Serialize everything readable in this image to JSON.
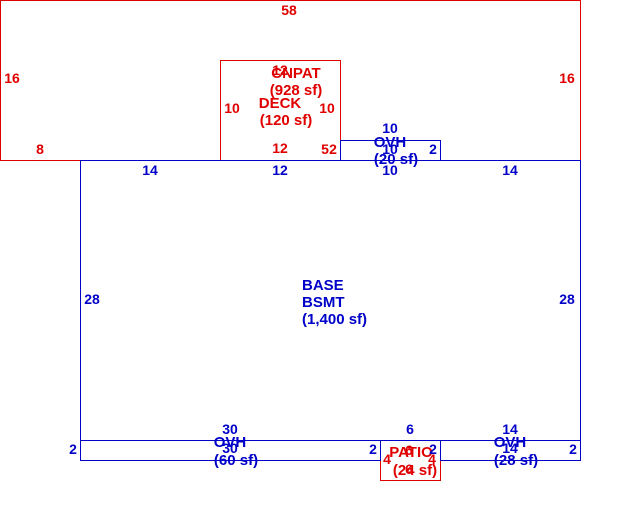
{
  "colors": {
    "red": "#e00000",
    "blue": "#0000c8"
  },
  "areas": {
    "cnpat": {
      "name": "CNPAT",
      "area": "(928 sf)"
    },
    "deck": {
      "name": "DECK",
      "area": "(120 sf)"
    },
    "ovh_top": {
      "name": "OVH",
      "area": "(20 sf)"
    },
    "base": {
      "name1": "BASE",
      "name2": "BSMT",
      "area": "(1,400 sf)"
    },
    "ovh_left": {
      "name": "OVH",
      "area": "(60 sf)"
    },
    "patio": {
      "name": "PATIO",
      "area": "(24 sf)"
    },
    "ovh_right": {
      "name": "OVH",
      "area": "(28 sf)"
    }
  },
  "dims": {
    "cnpat_top": "58",
    "cnpat_left": "16",
    "cnpat_right": "16",
    "cnpat_bottom_left": "8",
    "deck_top": "12",
    "deck_left": "10",
    "deck_right": "10",
    "deck_bottom": "12",
    "deck_small_a": "5",
    "deck_small_b": "2",
    "ovh_top_top": "10",
    "ovh_top_bottom": "10",
    "ovh_top_right": "2",
    "base_top_left": "14",
    "base_top_mid": "12",
    "base_top_right_mid": "10",
    "base_top_right": "14",
    "base_left": "28",
    "base_right": "28",
    "ovh_left_top": "30",
    "ovh_left_bottom": "30",
    "ovh_left_side": "2",
    "ovh_left_right": "2",
    "patio_top": "6",
    "patio_left": "4",
    "patio_right": "4",
    "patio_bottom": "6",
    "patio_small": "2",
    "ovh_right_top": "14",
    "ovh_right_bottom": "14",
    "ovh_right_side": "2"
  }
}
